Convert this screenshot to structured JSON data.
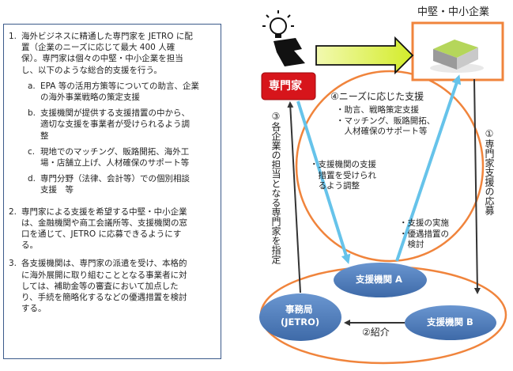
{
  "left_panel": {
    "items": [
      {
        "num": "1.",
        "lines": [
          "海外ビジネスに精通した専門家を JETRO に配",
          "置（企業のニーズに応じて最大 400 人確",
          "保）。専門家は個々の中堅・中小企業を担当",
          "し、以下のような総合的支援を行う。"
        ],
        "subs": [
          {
            "letter": "a.",
            "lines": [
              "EPA 等の活用方策等についての助言、企業",
              "の海外事業戦略の策定支援"
            ]
          },
          {
            "letter": "b.",
            "lines": [
              "支援機関が提供する支援措置の中から、",
              "適切な支援を事業者が受けられるよう調",
              "整"
            ]
          },
          {
            "letter": "c.",
            "lines": [
              "現地でのマッチング、販路開拓、海外工",
              "場・店舗立上げ、人材確保のサポート等"
            ]
          },
          {
            "letter": "d.",
            "lines": [
              "専門分野（法律、会計等）での個別相談",
              "支援　等"
            ]
          }
        ]
      },
      {
        "num": "2.",
        "lines": [
          "専門家による支援を希望する中堅・中小企業",
          "は、金融機関や商工会議所等、支援機関の窓",
          "口を通じて、JETRO に応募できるようにす",
          "る。"
        ],
        "subs": []
      },
      {
        "num": "3.",
        "lines": [
          "各支援機関は、専門家の派遣を受け、本格的",
          "に海外展開に取り組むこととなる事業者に対",
          "しては、補助金等の審査において加点した",
          "り、手続を簡略化するなどの優遇措置を検討",
          "する。"
        ],
        "subs": []
      }
    ]
  },
  "diagram": {
    "company_title": "中堅・中小企業",
    "expert_label": "専門家",
    "support_a": "支援機関 A",
    "support_b": "支援機関 B",
    "secretariat_line1": "事務局",
    "secretariat_line2": "(JETRO)",
    "needs_title": "④ニーズに応じた支援",
    "needs_bullets": [
      "・助言、戦略策定支援",
      "・マッチング、販路開拓、",
      "　人材確保のサポート等"
    ],
    "adjust_lines": [
      "・支援機関の支援",
      "　措置を受けられ",
      "　るよう調整"
    ],
    "implement_lines": [
      "・支援の実施",
      "・優遇措置の",
      "　検討"
    ],
    "label_1": "①専門家支援の応募",
    "label_2": "②紹介",
    "label_3": "③各企業の担当となる専門家を指定",
    "colors": {
      "orange": "#f0843c",
      "blue_ellipse": "#4a78b8",
      "light_blue_arrow": "#66c3ea",
      "expert_red": "#d7151b",
      "green_arrow": "#d8ef3a"
    }
  }
}
